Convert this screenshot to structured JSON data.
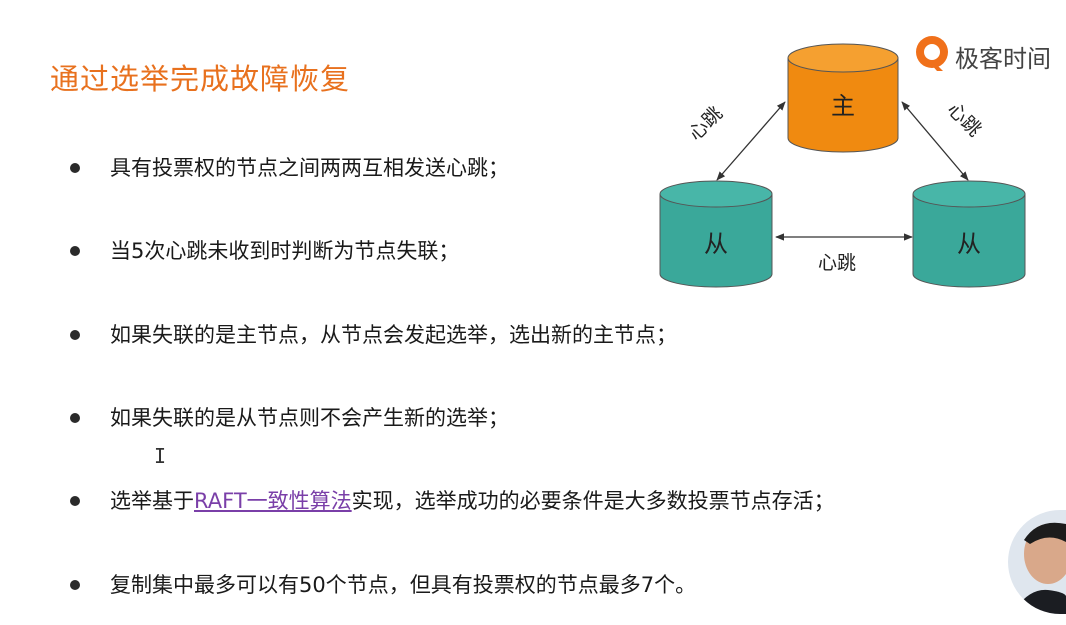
{
  "slide": {
    "title": "通过选举完成故障恢复",
    "bullets": [
      {
        "text": "具有投票权的节点之间两两互相发送心跳；"
      },
      {
        "text": "当5次心跳未收到时判断为节点失联；"
      },
      {
        "text": "如果失联的是主节点，从节点会发起选举，选出新的主节点；"
      },
      {
        "text": "如果失联的是从节点则不会产生新的选举；"
      },
      {
        "prefix": "选举基于",
        "link": "RAFT一致性算法",
        "suffix": "实现，选举成功的必要条件是大多数投票节点存活；"
      },
      {
        "text": "复制集中最多可以有50个节点，但具有投票权的节点最多7个。"
      }
    ]
  },
  "logo": {
    "text": "极客时间"
  },
  "diagram": {
    "primary_label": "主",
    "secondary_left_label": "从",
    "secondary_right_label": "从",
    "heartbeat_left": "心跳",
    "heartbeat_right": "心跳",
    "heartbeat_bottom": "心跳"
  },
  "colors": {
    "title": "#e8711e",
    "primary_node": "#f08a10",
    "secondary_node": "#3aa89a",
    "link": "#7a3fa8"
  },
  "cursor_glyph": "I"
}
